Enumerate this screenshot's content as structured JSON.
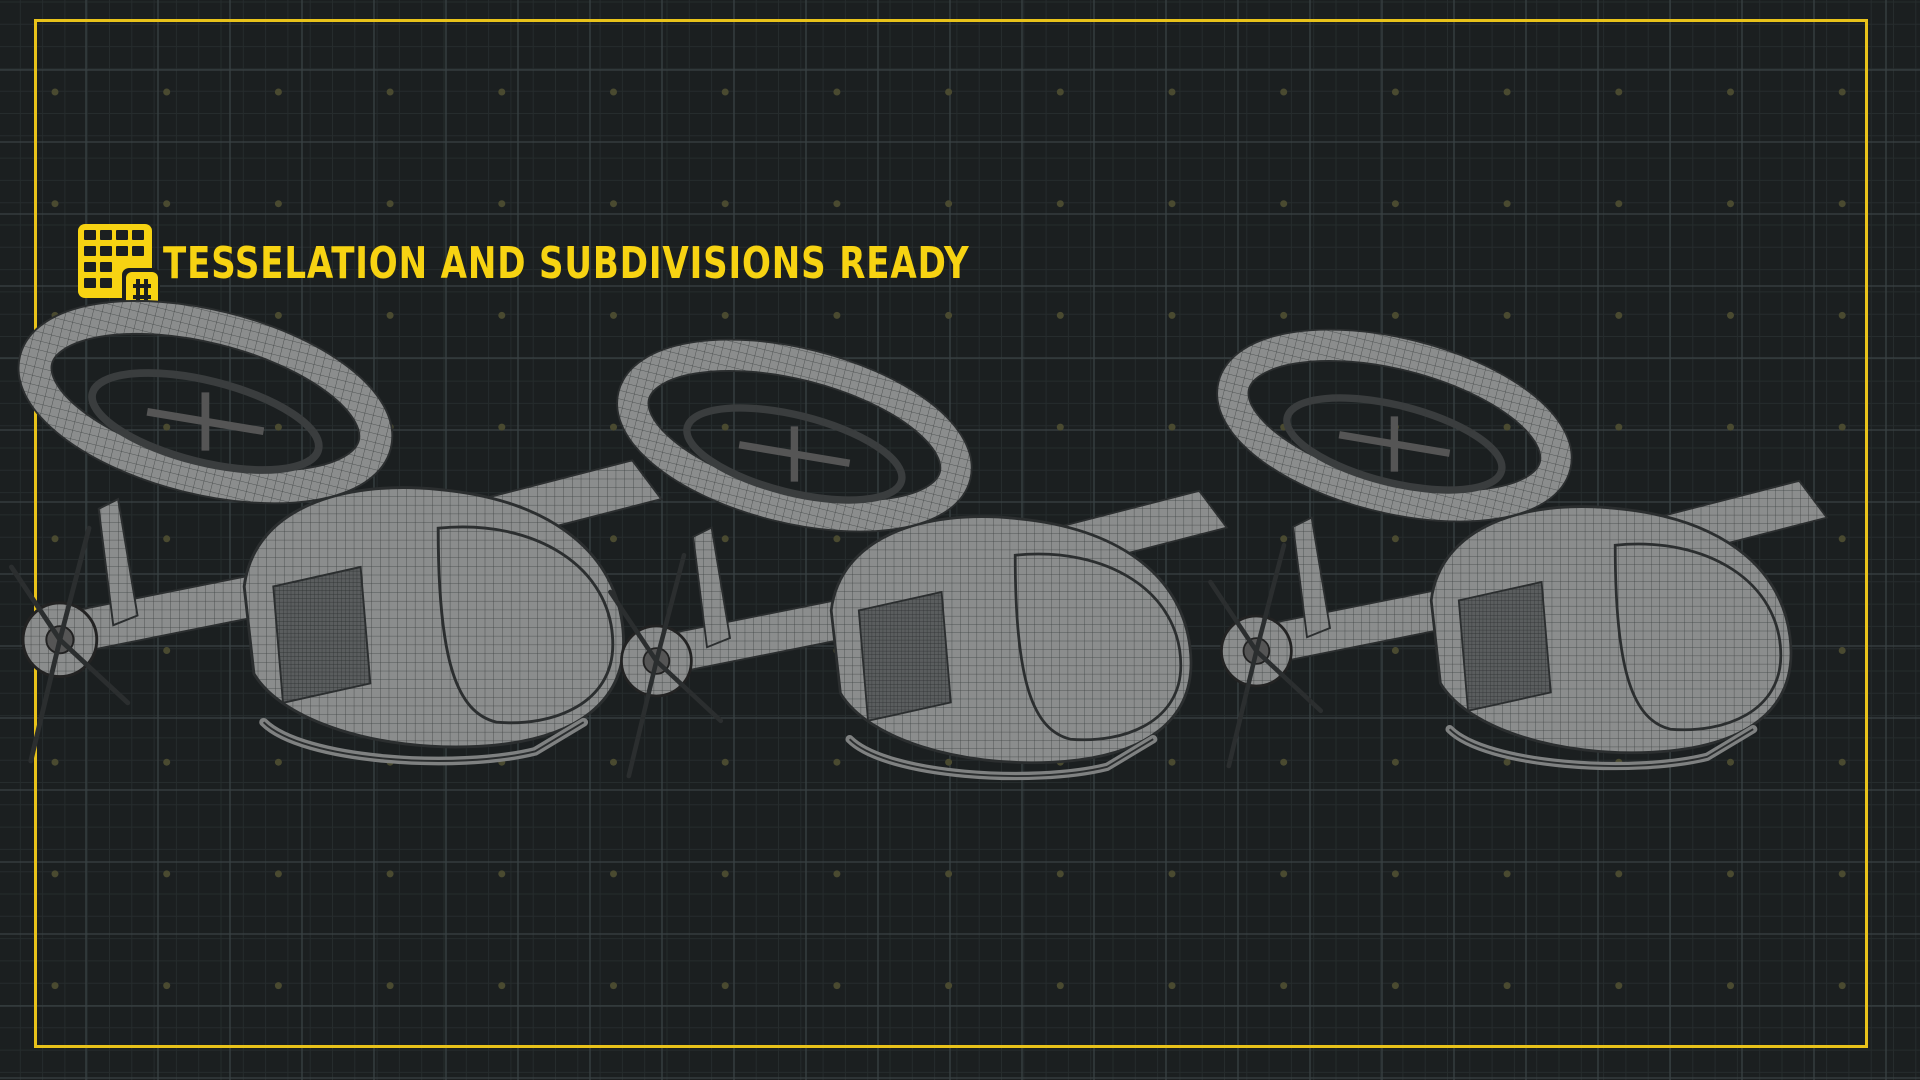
{
  "heading": {
    "text": "TESSELATION AND SUBDIVISIONS READY",
    "icon": "grid-mesh-icon"
  },
  "colors": {
    "accent": "#f7d312",
    "frame": "#e8c21a",
    "background": "#1b1f20",
    "grid": "#3a4244",
    "model": "#8a8c8c"
  },
  "models": [
    {
      "name": "helicopter-1"
    },
    {
      "name": "helicopter-2"
    },
    {
      "name": "helicopter-3"
    }
  ]
}
